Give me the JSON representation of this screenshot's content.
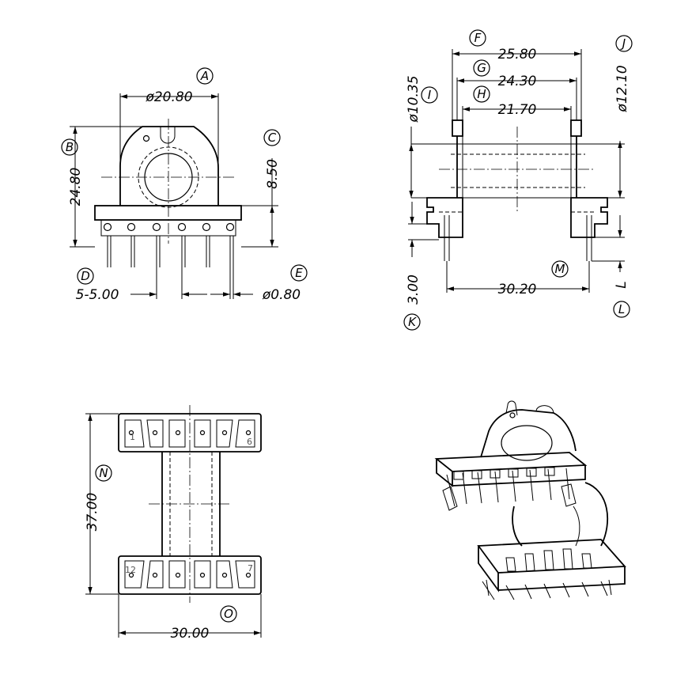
{
  "front_view": {
    "dim_A": {
      "letter": "A",
      "value": "ø20.80"
    },
    "dim_B": {
      "letter": "B",
      "value": "24.80"
    },
    "dim_C": {
      "letter": "C",
      "value": "8.50"
    },
    "dim_D": {
      "letter": "D",
      "value": "5-5.00"
    },
    "dim_E": {
      "letter": "E",
      "value": "ø0.80"
    }
  },
  "side_view": {
    "dim_F": {
      "letter": "F",
      "value": "25.80"
    },
    "dim_G": {
      "letter": "G",
      "value": "24.30"
    },
    "dim_H": {
      "letter": "H",
      "value": "21.70"
    },
    "dim_I": {
      "letter": "I",
      "value": "ø10.35"
    },
    "dim_J": {
      "letter": "J",
      "value": "ø12.10"
    },
    "dim_K": {
      "letter": "K",
      "value": "3.00"
    },
    "dim_L": {
      "letter": "L",
      "value": "L"
    },
    "dim_M": {
      "letter": "M",
      "value": "30.20"
    }
  },
  "bottom_view": {
    "dim_N": {
      "letter": "N",
      "value": "37.00"
    },
    "dim_O": {
      "letter": "O",
      "value": "30.00"
    },
    "pin_numbers": {
      "p1": "1",
      "p6": "6",
      "p7": "7",
      "p12": "12"
    }
  }
}
